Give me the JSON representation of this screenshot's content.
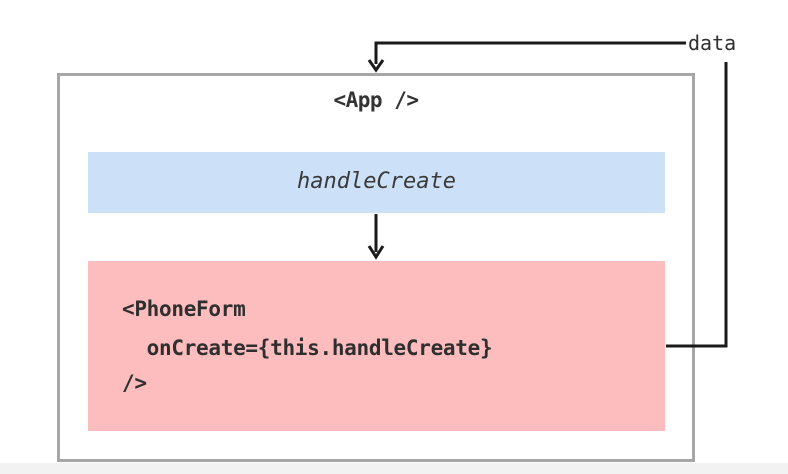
{
  "diagram": {
    "app_title": "<App />",
    "handler_label": "handleCreate",
    "form_lines": [
      "<PhoneForm",
      "  onCreate={this.handleCreate}",
      "/>"
    ],
    "data_label": "data"
  },
  "colors": {
    "app_border": "#a6a6a6",
    "handler_fill": "#cce1f8",
    "form_fill": "#fdbcbd",
    "line": "#1a1a1a"
  }
}
